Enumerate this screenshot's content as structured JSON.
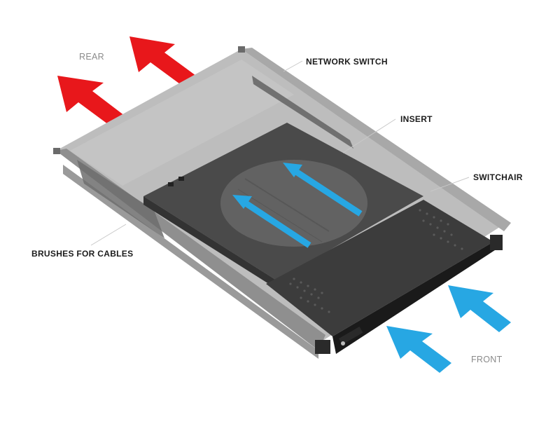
{
  "diagram": {
    "title": "Rack-mount network switch with SwitchAir airflow insert",
    "labels": {
      "rear": "REAR",
      "front": "FRONT",
      "network_switch": "NETWORK SWITCH",
      "insert": "INSERT",
      "switchair": "SWITCHAIR",
      "brushes": "BRUSHES FOR CABLES"
    },
    "airflow": {
      "exhaust_color": "#e8171b",
      "intake_color": "#27a7e3",
      "internal_color": "#27a7e3",
      "exhaust_arrows": 2,
      "intake_arrows": 2,
      "internal_arrows": 2
    },
    "colors": {
      "chassis_light": "#bdbdbd",
      "chassis_mid": "#9a9a9a",
      "insert_dark": "#4a4a4a",
      "switchair_top": "#3c3c3c",
      "front_panel": "#1a1a1a",
      "leader_line": "#c8c8c8",
      "label_text": "#1c1c1c",
      "muted_label_text": "#8a8a8a"
    }
  }
}
